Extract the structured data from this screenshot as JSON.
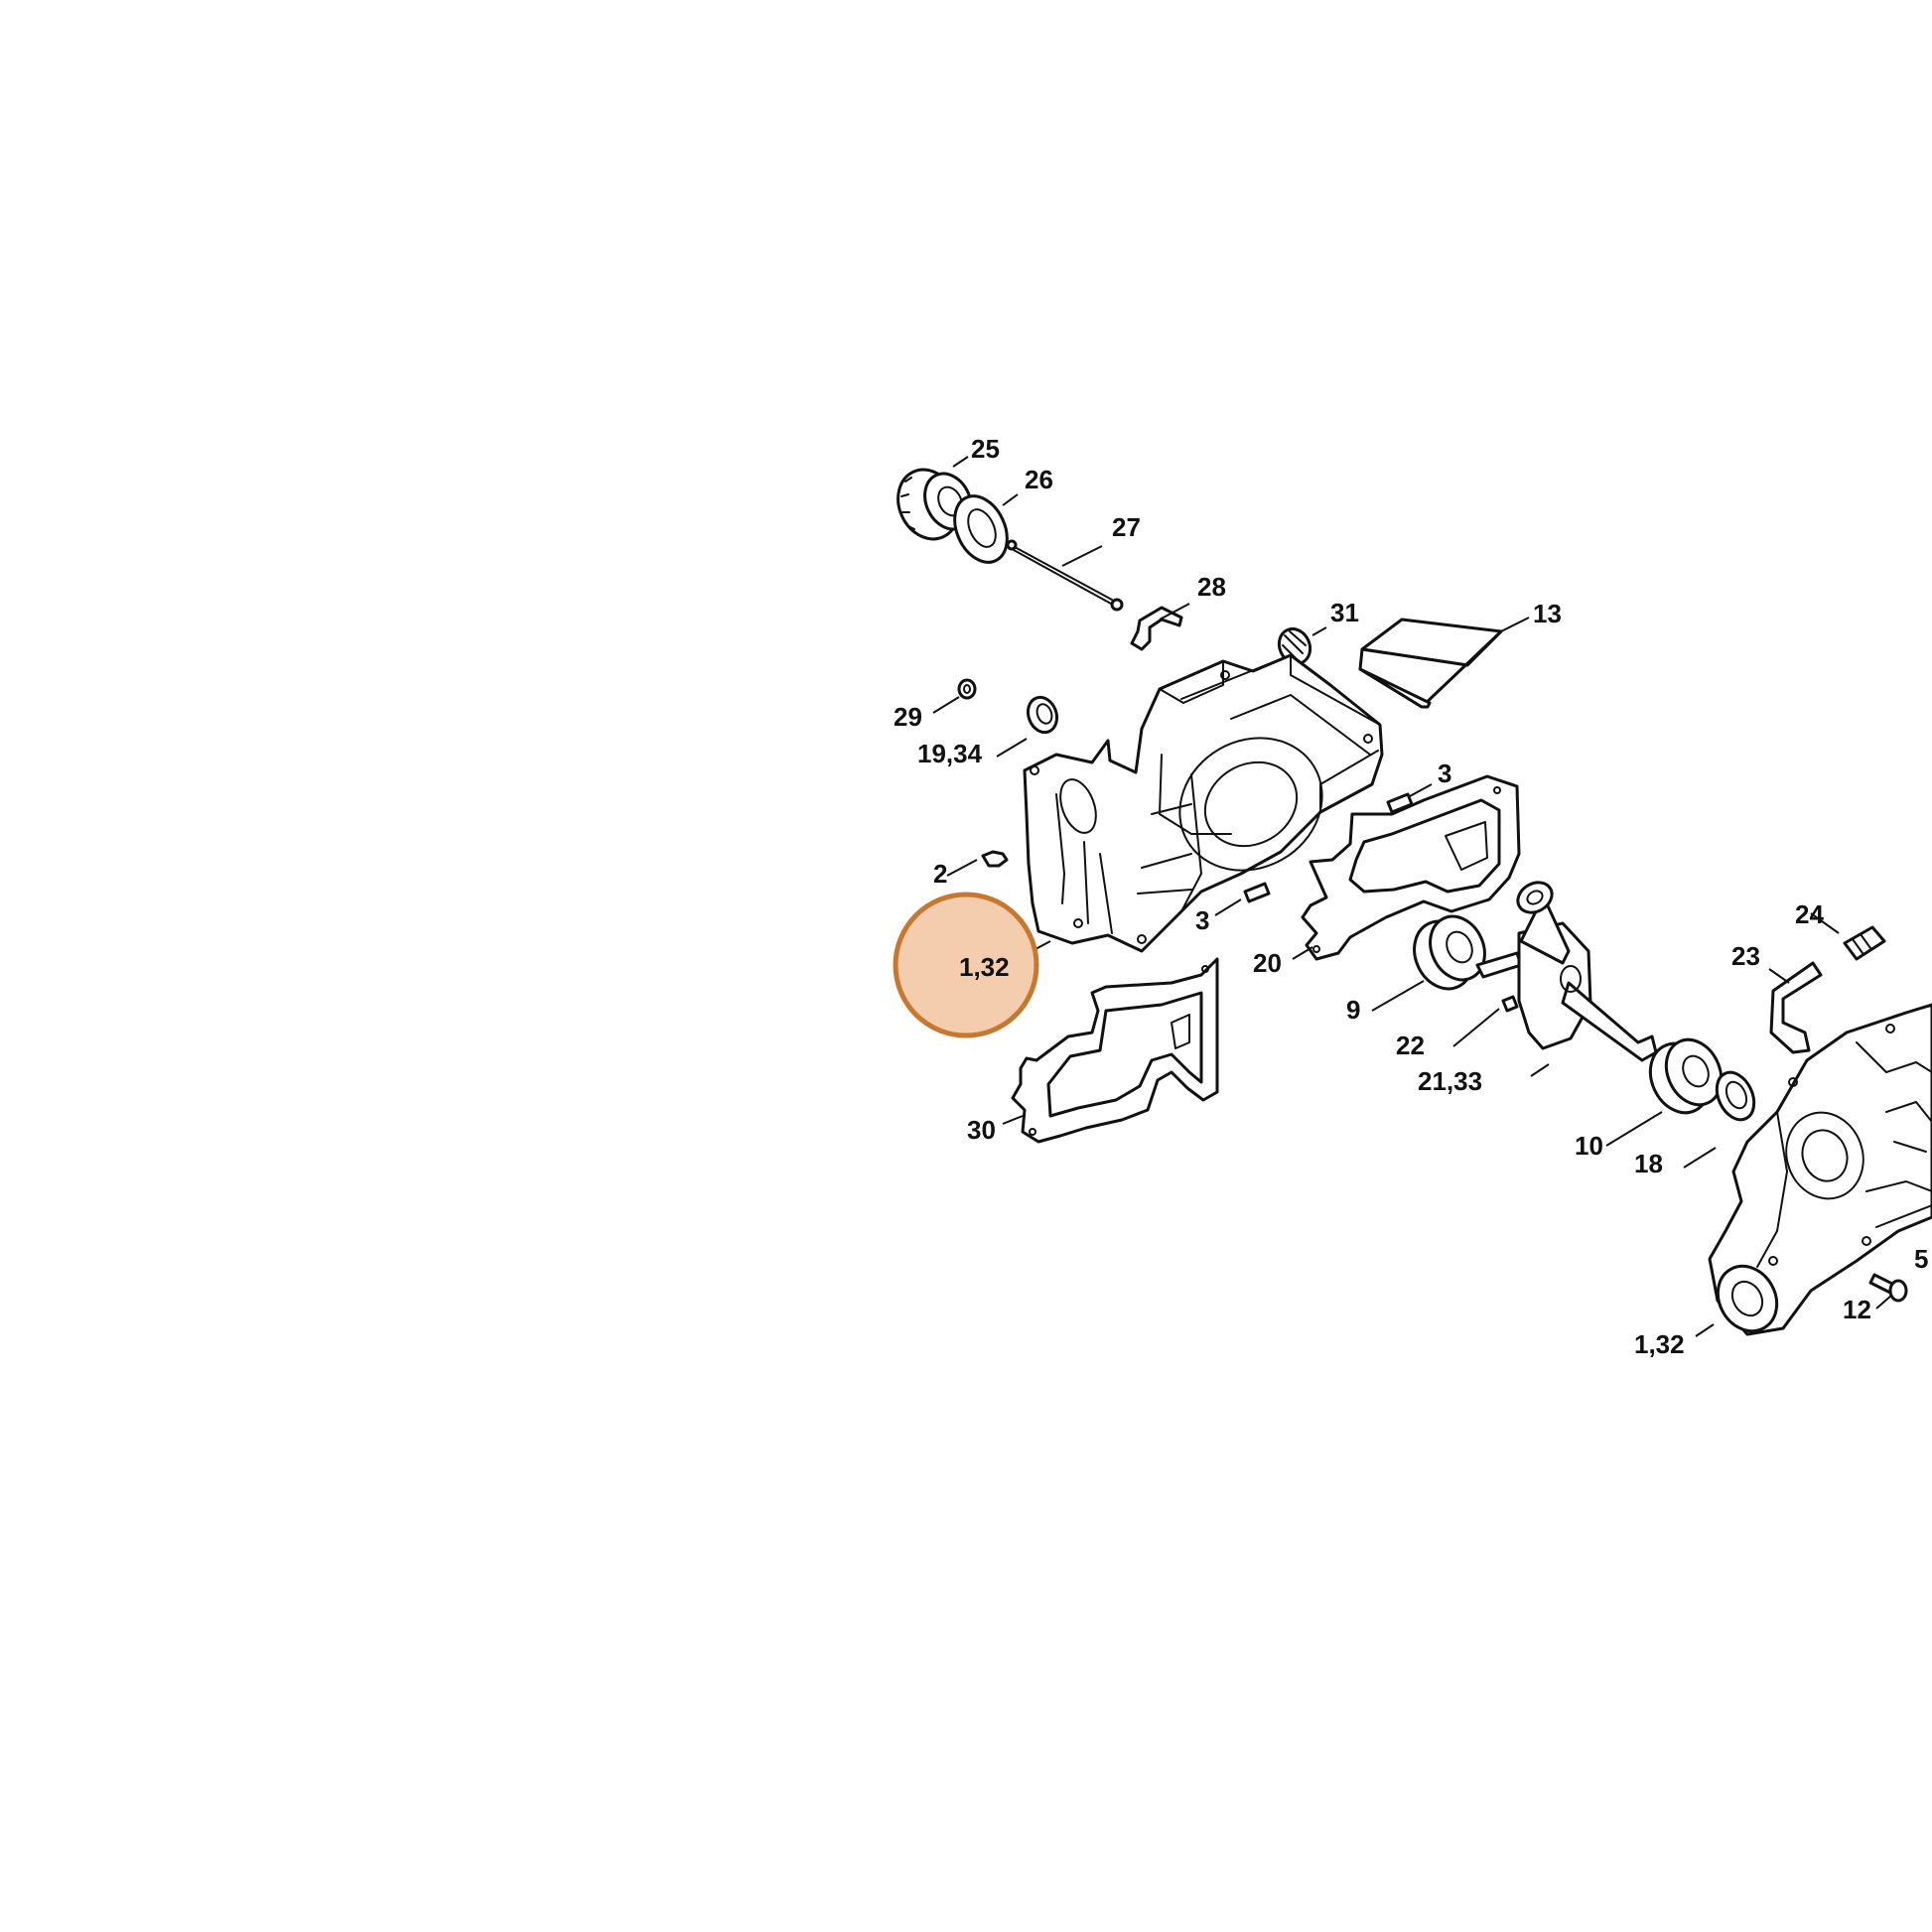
{
  "diagram": {
    "highlight": {
      "label": "1,32",
      "fill": "#f3cdae",
      "stroke": "#c8782e"
    },
    "callouts": [
      {
        "id": "25",
        "label": "25"
      },
      {
        "id": "26",
        "label": "26"
      },
      {
        "id": "27",
        "label": "27"
      },
      {
        "id": "28",
        "label": "28"
      },
      {
        "id": "31",
        "label": "31"
      },
      {
        "id": "13",
        "label": "13"
      },
      {
        "id": "29",
        "label": "29"
      },
      {
        "id": "19-34",
        "label": "19,34"
      },
      {
        "id": "3a",
        "label": "3"
      },
      {
        "id": "2",
        "label": "2"
      },
      {
        "id": "3b",
        "label": "3"
      },
      {
        "id": "24",
        "label": "24"
      },
      {
        "id": "23",
        "label": "23"
      },
      {
        "id": "20",
        "label": "20"
      },
      {
        "id": "9",
        "label": "9"
      },
      {
        "id": "22",
        "label": "22"
      },
      {
        "id": "21-33",
        "label": "21,33"
      },
      {
        "id": "30",
        "label": "30"
      },
      {
        "id": "10",
        "label": "10"
      },
      {
        "id": "18",
        "label": "18"
      },
      {
        "id": "5",
        "label": "5"
      },
      {
        "id": "12",
        "label": "12"
      },
      {
        "id": "1-32b",
        "label": "1,32"
      }
    ]
  }
}
